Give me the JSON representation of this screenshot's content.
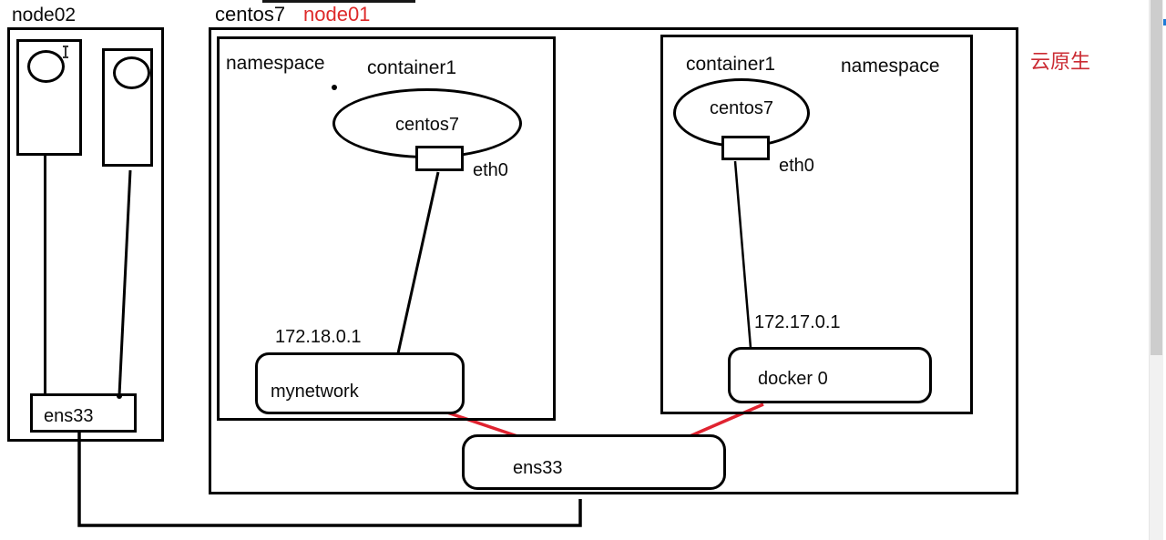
{
  "node02": {
    "label": "node02",
    "ens33_label": "ens33",
    "vm_count": 2
  },
  "node01": {
    "os_label": "centos7",
    "label": "node01",
    "ens33_label": "ens33",
    "namespaces": [
      {
        "label": "namespace",
        "container_label": "container1",
        "container_os": "centos7",
        "interface_label": "eth0",
        "bridge_ip": "172.18.0.1",
        "bridge_label": "mynetwork"
      },
      {
        "label": "namespace",
        "container_label": "container1",
        "container_os": "centos7",
        "interface_label": "eth0",
        "bridge_ip": "172.17.0.1",
        "bridge_label": "docker 0"
      }
    ]
  },
  "annotation": {
    "text": "云原生",
    "color": "#cb2b33"
  },
  "colors": {
    "stroke": "#000000",
    "red_link": "#e02330",
    "red_label": "#de2a2a",
    "scrollbar_track": "#f1f1f1",
    "scrollbar_thumb": "#cdcdcd"
  },
  "connections": [
    {
      "from": "node02-vm1",
      "to": "node02-ens33",
      "color": "black"
    },
    {
      "from": "node02-vm2",
      "to": "node02-ens33",
      "color": "black"
    },
    {
      "from": "namespace1-eth0",
      "to": "mynetwork",
      "color": "black"
    },
    {
      "from": "namespace2-eth0",
      "to": "docker 0",
      "color": "black"
    },
    {
      "from": "mynetwork",
      "to": "node01-ens33",
      "color": "red"
    },
    {
      "from": "docker 0",
      "to": "node01-ens33",
      "color": "red"
    },
    {
      "from": "node02-ens33",
      "to": "node01-ens33",
      "color": "black"
    }
  ]
}
